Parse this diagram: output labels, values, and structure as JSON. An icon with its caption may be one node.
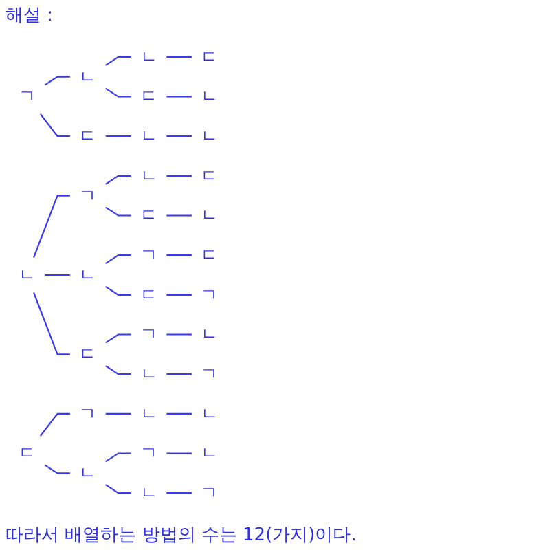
{
  "diagram": {
    "title": "해설 :",
    "caption": "따라서 배열하는 방법의 수는 12(가지)이다.",
    "nodes": [
      {
        "text": [
          "ㄱ"
        ]
      },
      {
        "text": [
          "ㄴ"
        ]
      },
      {
        "text": [
          "ㄴ"
        ]
      },
      {
        "text": [
          "ㄷ"
        ]
      },
      {
        "text": [
          "ㄷ"
        ]
      },
      {
        "text": [
          "ㄴ"
        ]
      },
      {
        "text": [
          "ㄷ"
        ]
      },
      {
        "text": [
          "ㄴ"
        ]
      },
      {
        "text": [
          "ㄴ"
        ]
      },
      {
        "text": [
          "ㄴ"
        ]
      },
      {
        "text": [
          "ㄱ"
        ]
      },
      {
        "text": [
          "ㄴ"
        ]
      },
      {
        "text": [
          "ㄷ"
        ]
      },
      {
        "text": [
          "ㄷ"
        ]
      },
      {
        "text": [
          "ㄴ"
        ]
      },
      {
        "text": [
          "ㄴ"
        ]
      },
      {
        "text": [
          "ㄱ"
        ]
      },
      {
        "text": [
          "ㄷ"
        ]
      },
      {
        "text": [
          "ㄷ"
        ]
      },
      {
        "text": [
          "ㄱ"
        ]
      },
      {
        "text": [
          "ㄷ"
        ]
      },
      {
        "text": [
          "ㄱ"
        ]
      },
      {
        "text": [
          "ㄴ"
        ]
      },
      {
        "text": [
          "ㄴ"
        ]
      },
      {
        "text": [
          "ㄱ"
        ]
      },
      {
        "text": [
          "ㄷ"
        ]
      },
      {
        "text": [
          "ㄱ"
        ]
      },
      {
        "text": [
          "ㄴ"
        ]
      },
      {
        "text": [
          "ㄴ"
        ]
      },
      {
        "text": [
          "ㄴ"
        ]
      },
      {
        "text": [
          "ㄱ"
        ]
      },
      {
        "text": [
          "ㄴ"
        ]
      },
      {
        "text": [
          "ㄴ"
        ]
      },
      {
        "text": [
          "ㄱ"
        ]
      }
    ],
    "edges": [
      {
        "from": 0,
        "to": 1,
        "arrow": "none"
      },
      {
        "from": 1,
        "to": 2,
        "arrow": "none"
      },
      {
        "from": 2,
        "to": 3,
        "arrow": "none"
      },
      {
        "from": 1,
        "to": 4,
        "arrow": "none"
      },
      {
        "from": 4,
        "to": 5,
        "arrow": "none"
      },
      {
        "from": 0,
        "to": 6,
        "arrow": "none"
      },
      {
        "from": 6,
        "to": 7,
        "arrow": "none"
      },
      {
        "from": 7,
        "to": 8,
        "arrow": "none"
      },
      {
        "from": 9,
        "to": 10,
        "arrow": "none"
      },
      {
        "from": 10,
        "to": 11,
        "arrow": "none"
      },
      {
        "from": 11,
        "to": 12,
        "arrow": "none"
      },
      {
        "from": 10,
        "to": 13,
        "arrow": "none"
      },
      {
        "from": 13,
        "to": 14,
        "arrow": "none"
      },
      {
        "from": 9,
        "to": 15,
        "arrow": "none"
      },
      {
        "from": 15,
        "to": 16,
        "arrow": "none"
      },
      {
        "from": 16,
        "to": 17,
        "arrow": "none"
      },
      {
        "from": 15,
        "to": 18,
        "arrow": "none"
      },
      {
        "from": 18,
        "to": 19,
        "arrow": "none"
      },
      {
        "from": 9,
        "to": 20,
        "arrow": "none"
      },
      {
        "from": 20,
        "to": 21,
        "arrow": "none"
      },
      {
        "from": 21,
        "to": 22,
        "arrow": "none"
      },
      {
        "from": 20,
        "to": 23,
        "arrow": "none"
      },
      {
        "from": 23,
        "to": 24,
        "arrow": "none"
      },
      {
        "from": 25,
        "to": 26,
        "arrow": "none"
      },
      {
        "from": 26,
        "to": 27,
        "arrow": "none"
      },
      {
        "from": 27,
        "to": 28,
        "arrow": "none"
      },
      {
        "from": 25,
        "to": 29,
        "arrow": "none"
      },
      {
        "from": 29,
        "to": 30,
        "arrow": "none"
      },
      {
        "from": 30,
        "to": 31,
        "arrow": "none"
      },
      {
        "from": 29,
        "to": 32,
        "arrow": "none"
      },
      {
        "from": 32,
        "to": 33,
        "arrow": "none"
      }
    ]
  }
}
